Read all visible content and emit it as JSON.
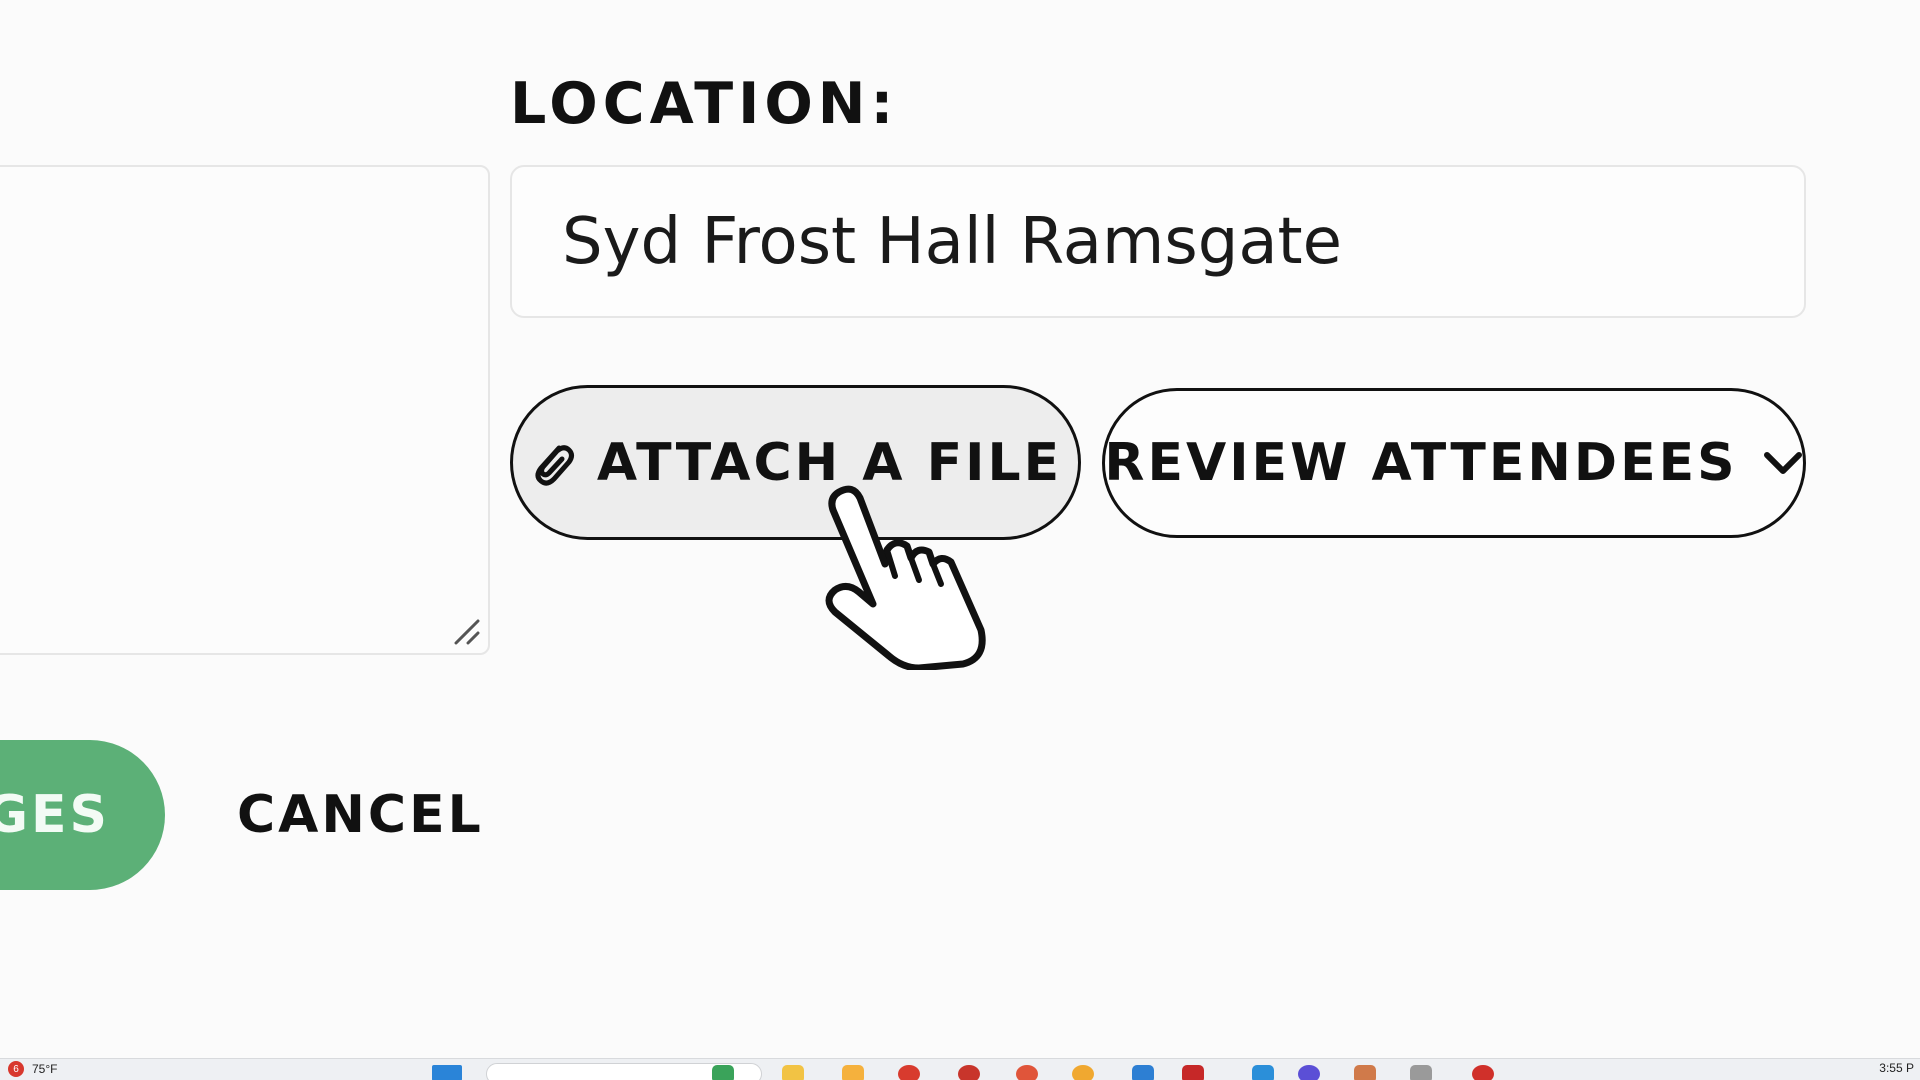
{
  "form": {
    "location_label": "LOCATION:",
    "location_value": "Syd Frost Hall Ramsgate",
    "attach_label": "ATTACH A FILE",
    "review_label": "REVIEW ATTENDEES",
    "save_label_visible": "IGES",
    "cancel_label": "CANCEL"
  },
  "colors": {
    "save_green": "#5cb077",
    "attach_bg": "#ededed",
    "text": "#111111"
  },
  "icons": {
    "attach": "paperclip-icon",
    "review": "chevron-down-icon",
    "cursor": "hand-pointer-icon",
    "resize": "resize-handle-icon"
  },
  "taskbar": {
    "notification_count": "6",
    "weather": "75°F",
    "clock": "3:55 P"
  }
}
